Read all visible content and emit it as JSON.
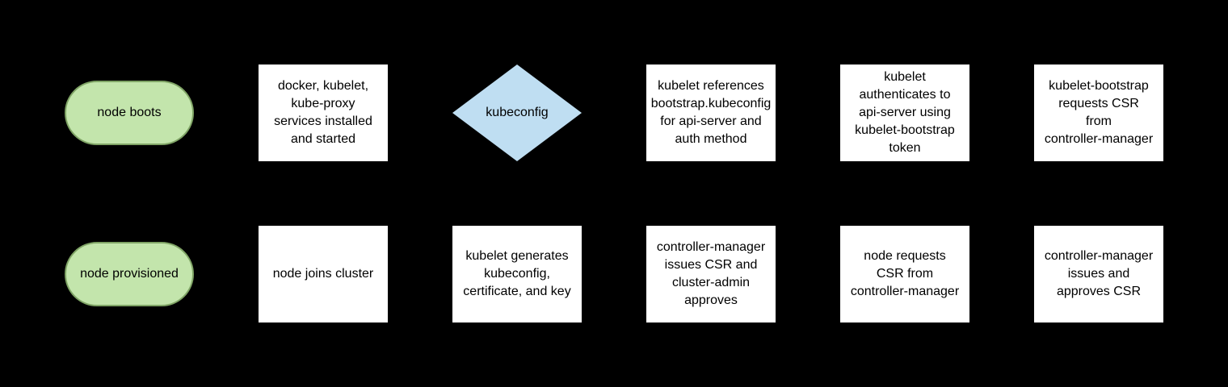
{
  "diagram": {
    "title_semantic": "kubernetes node bootstrap flowchart",
    "colors": {
      "background": "#000000",
      "process_fill": "#ffffff",
      "terminal_fill": "#c3e5ac",
      "terminal_border": "#7fa465",
      "decision_fill": "#bfdef2",
      "text": "#000000"
    },
    "nodes": {
      "node_boots": {
        "type": "terminal",
        "text": "node boots"
      },
      "services_installed": {
        "type": "process",
        "text": "docker, kubelet,\nkube-proxy\nservices installed\nand started"
      },
      "kubeconfig": {
        "type": "decision",
        "text": "kubeconfig"
      },
      "kubelet_references": {
        "type": "process",
        "text": "kubelet references\nbootstrap.kubeconfig\nfor api-server and\nauth method"
      },
      "kubelet_authenticates": {
        "type": "process",
        "text": "kubelet\nauthenticates to\napi-server using\nkubelet-bootstrap\ntoken"
      },
      "bootstrap_requests_csr": {
        "type": "process",
        "text": "kubelet-bootstrap\nrequests CSR\nfrom\ncontroller-manager"
      },
      "node_provisioned": {
        "type": "terminal",
        "text": "node provisioned"
      },
      "node_joins_cluster": {
        "type": "process",
        "text": "node joins cluster"
      },
      "kubelet_generates": {
        "type": "process",
        "text": "kubelet generates\nkubeconfig,\ncertificate, and key"
      },
      "cm_issues_admin_approves": {
        "type": "process",
        "text": "controller-manager\nissues CSR and\ncluster-admin\napproves"
      },
      "node_requests_csr": {
        "type": "process",
        "text": "node requests\nCSR from\ncontroller-manager"
      },
      "cm_issues_approves": {
        "type": "process",
        "text": "controller-manager\nissues and\napproves CSR"
      }
    }
  }
}
